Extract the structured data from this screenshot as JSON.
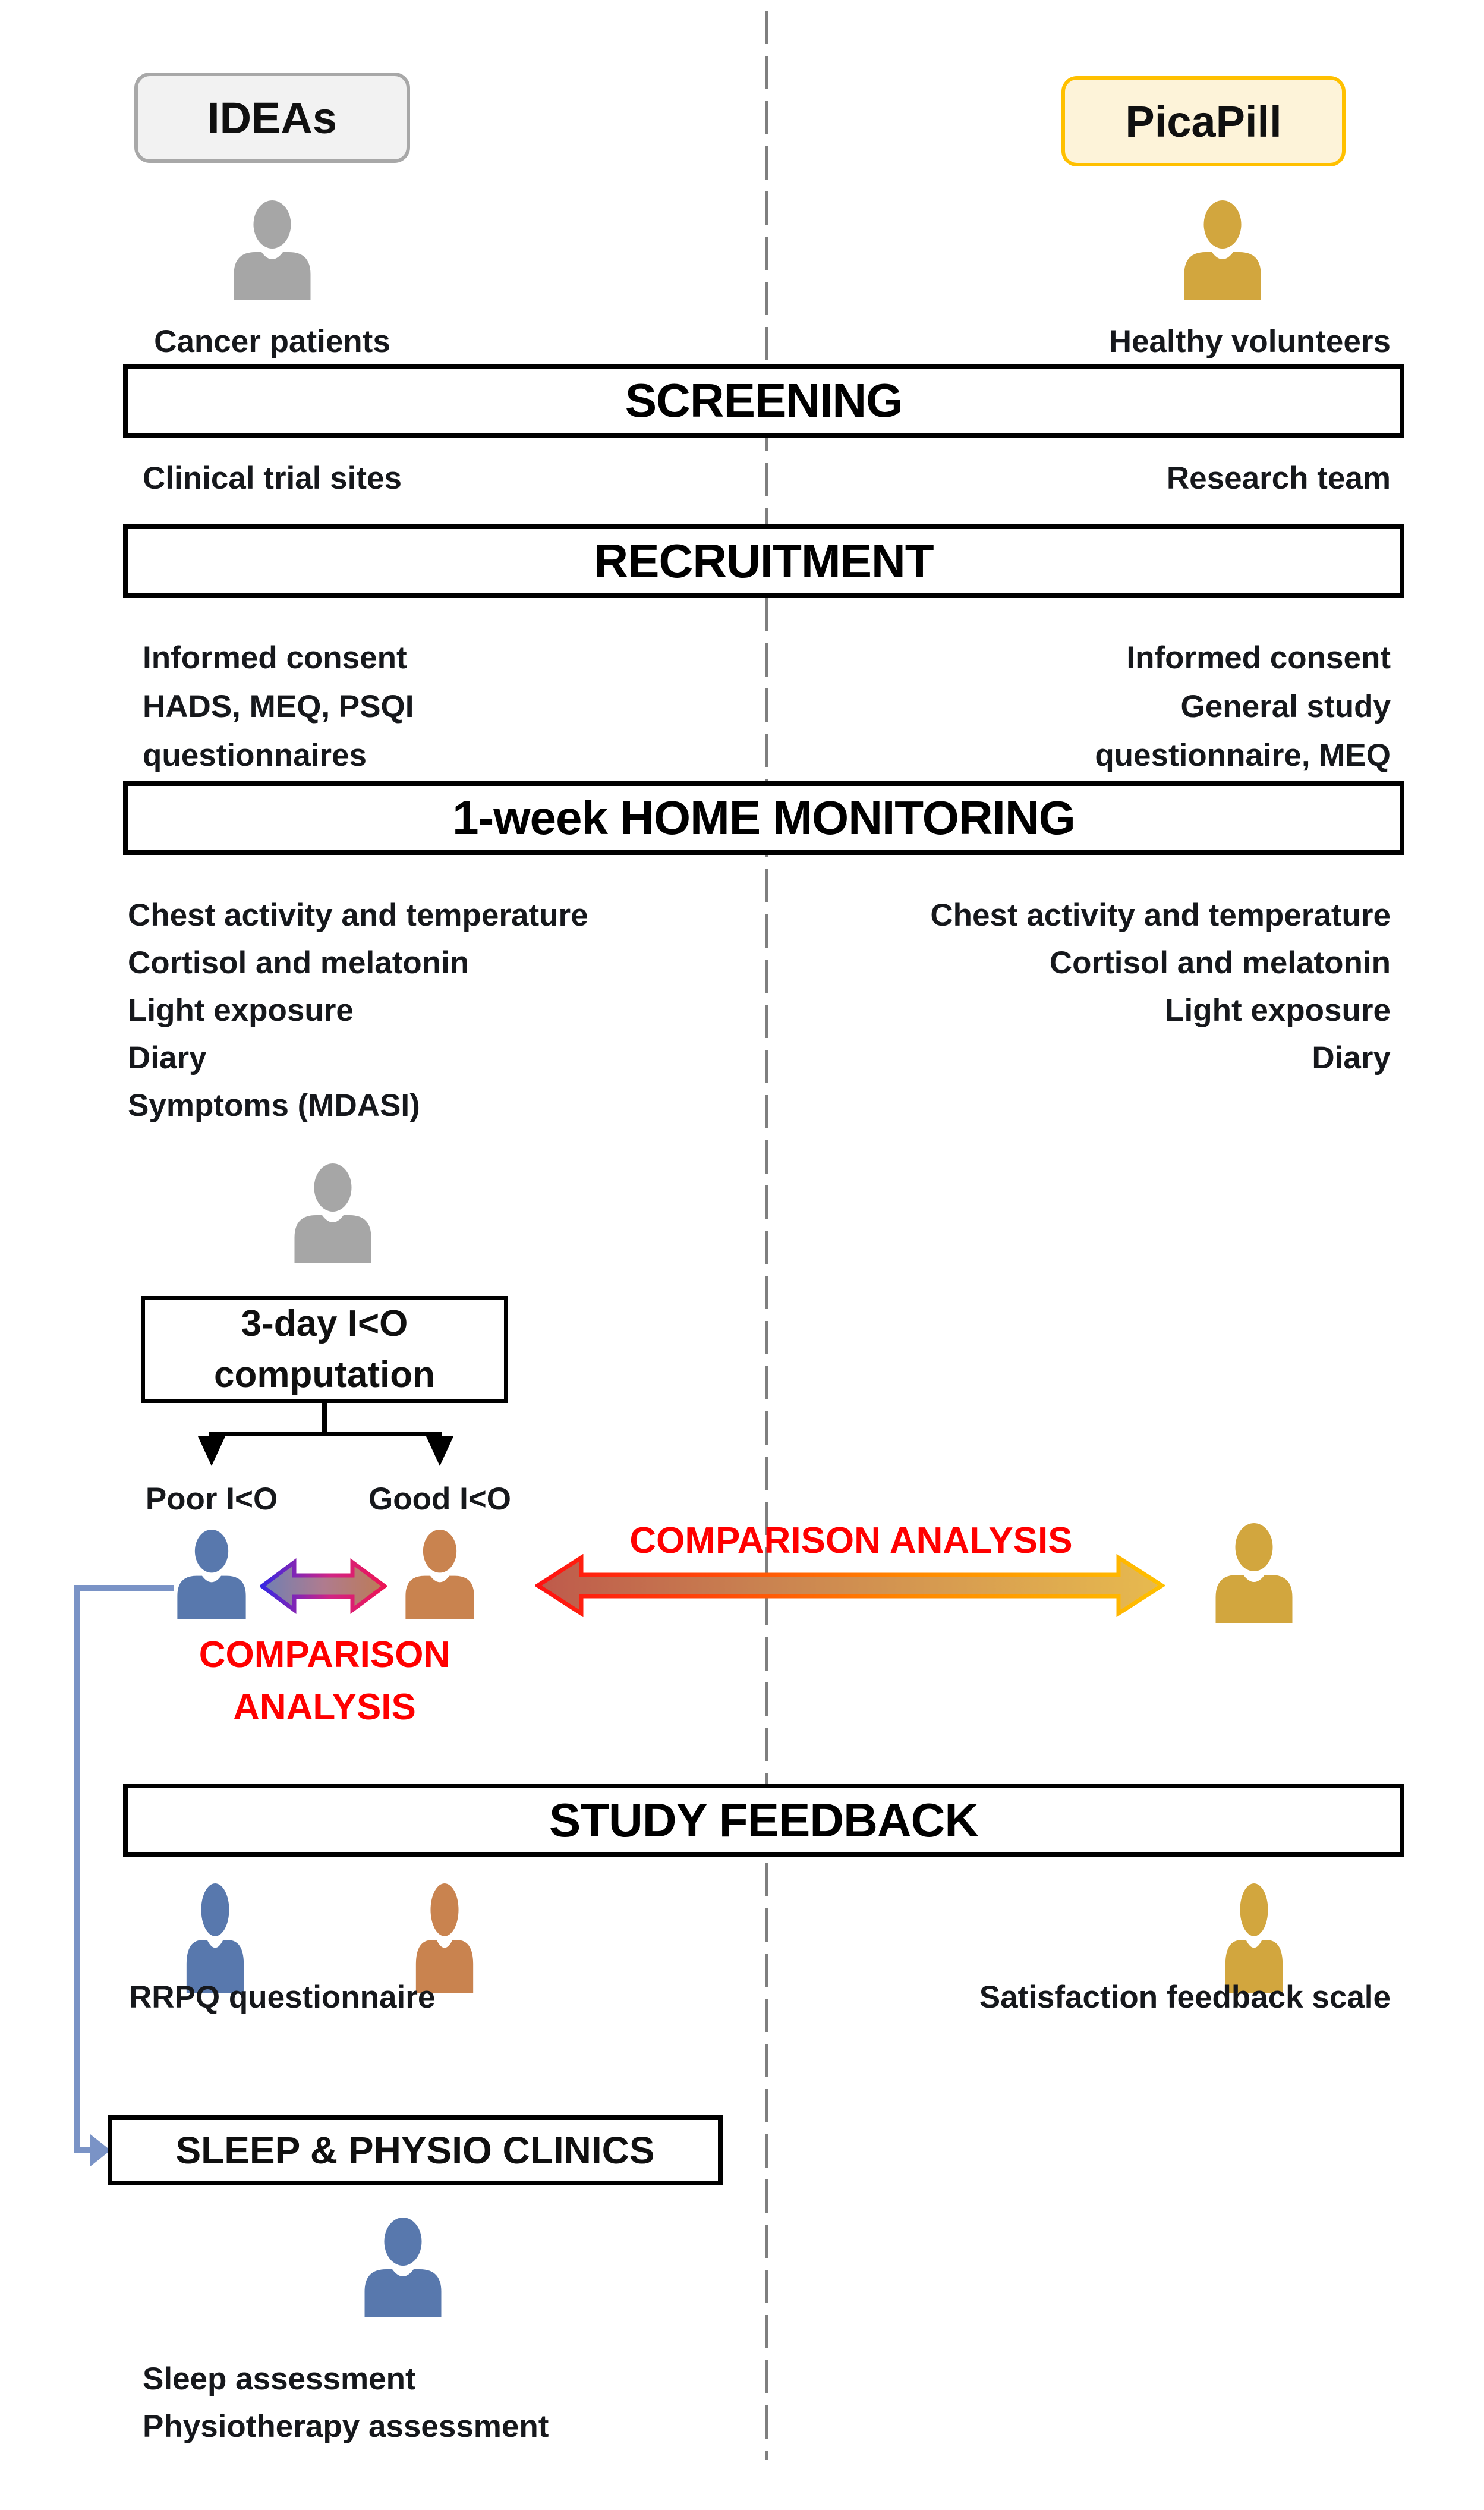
{
  "header": {
    "left_group": "IDEAs",
    "right_group": "PicaPill",
    "left_population": "Cancer patients",
    "right_population": "Healthy volunteers"
  },
  "screening": {
    "title": "SCREENING",
    "left": "Clinical trial sites",
    "right": "Research team"
  },
  "recruitment": {
    "title": "RECRUITMENT",
    "left_lines": [
      "Informed consent",
      "HADS, MEQ, PSQI",
      "questionnaires"
    ],
    "right_lines": [
      "Informed consent",
      "General study",
      "questionnaire, MEQ"
    ]
  },
  "monitoring": {
    "title": "1-week HOME MONITORING",
    "left_lines": [
      "Chest activity and temperature",
      "Cortisol and melatonin",
      "Light exposure",
      "Diary",
      "Symptoms (MDASI)"
    ],
    "right_lines": [
      "Chest activity and temperature",
      "Cortisol and melatonin",
      "Light exposure",
      "Diary"
    ]
  },
  "computation": {
    "line1": "3-day I<O",
    "line2": "computation",
    "poor_label": "Poor I<O",
    "good_label": "Good I<O"
  },
  "comparison": {
    "horizontal_label": "COMPARISON ANALYSIS",
    "vertical_line1": "COMPARISON",
    "vertical_line2": "ANALYSIS"
  },
  "feedback": {
    "title": "STUDY FEEDBACK",
    "left": "RRPQ questionnaire",
    "right": "Satisfaction feedback scale"
  },
  "clinics": {
    "title": "SLEEP & PHYSIO CLINICS",
    "lines": [
      "Sleep assessment",
      "Physiotherapy assessment"
    ]
  },
  "colors": {
    "gray_person": "#A6A6A6",
    "blue_person": "#5878AD",
    "orange_person": "#C9834F",
    "gold_person": "#D2A63E",
    "ideas_fill": "#F2F2F2",
    "ideas_border": "#A8A8A8",
    "picapill_fill": "#FDF3D9",
    "picapill_border": "#FFC000",
    "red_text": "#FF0000",
    "connector_blue": "#7A93C6",
    "small_arrow_stroke_left": "#3626E3",
    "small_arrow_stroke_right": "#EC1455",
    "big_arrow_stroke_left": "#FF1111",
    "big_arrow_stroke_right": "#FFC000"
  }
}
